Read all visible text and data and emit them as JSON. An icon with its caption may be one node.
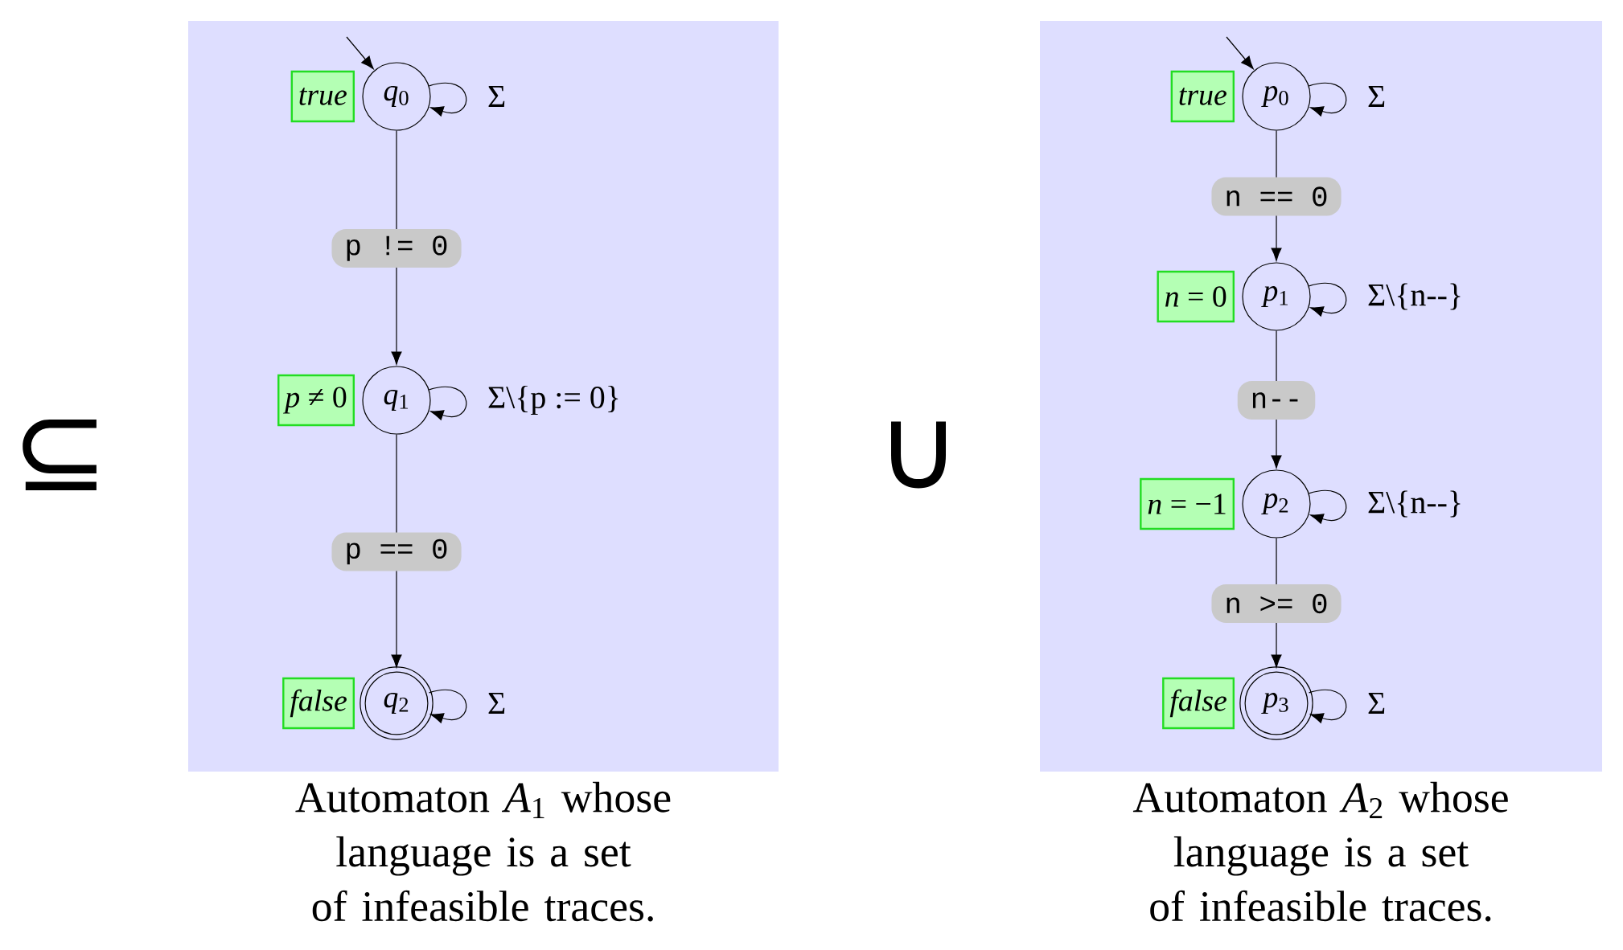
{
  "diagram": {
    "nodes": [
      {
        "text": [],
        "shape": "box",
        "beside": [
          "Automaton *A*$_{1}$ whose language is a set of infeasible traces."
        ]
      },
      {
        "text": [
          "true"
        ],
        "in": 0
      },
      {
        "text": [
          "*q*$_{0}$"
        ],
        "in": 0
      },
      {
        "text": [
          "*p* ≠ 0"
        ],
        "in": 0
      },
      {
        "text": [
          "*q*$_{1}$"
        ],
        "in": 0
      },
      {
        "text": [
          "false"
        ],
        "in": 0
      },
      {
        "text": [
          "*q*$_{2}$"
        ],
        "in": 0
      },
      {
        "text": [],
        "shape": "box",
        "beside": [
          "Automaton *A*$_{2}$ whose language is a set of infeasible traces."
        ]
      },
      {
        "text": [
          "true"
        ],
        "in": 7
      },
      {
        "text": [
          "*p*$_{0}$"
        ],
        "in": 7
      },
      {
        "text": [
          "*n* = 0"
        ],
        "in": 7
      },
      {
        "text": [
          "*p*$_{1}$"
        ],
        "in": 7
      },
      {
        "text": [
          "*n* = −1"
        ],
        "in": 7
      },
      {
        "text": [
          "*p*$_{2}$"
        ],
        "in": 7
      },
      {
        "text": [
          "false"
        ],
        "in": 7
      },
      {
        "text": [
          "*p*$_{3}$"
        ],
        "in": 7
      }
    ],
    "edges": [
      {
        "from": null,
        "to": 2,
        "arrow": "to"
      },
      {
        "from": 2,
        "to": 2,
        "arrow": "to",
        "label": "Σ"
      },
      {
        "from": 2,
        "to": 4,
        "arrow": "to",
        "label": "p != 0"
      },
      {
        "from": 4,
        "to": 4,
        "arrow": "to",
        "label": "Σ\\{p := 0}"
      },
      {
        "from": 4,
        "to": 6,
        "arrow": "to",
        "label": "p == 0"
      },
      {
        "from": 6,
        "to": 6,
        "arrow": "to",
        "label": "Σ"
      },
      {
        "from": null,
        "to": 9,
        "arrow": "to"
      },
      {
        "from": 9,
        "to": 9,
        "arrow": "to",
        "label": "Σ"
      },
      {
        "from": 9,
        "to": 11,
        "arrow": "to",
        "label": "n == 0"
      },
      {
        "from": 11,
        "to": 11,
        "arrow": "to",
        "label": "Σ\\{n--}"
      },
      {
        "from": 11,
        "to": 13,
        "arrow": "to",
        "label": "n--"
      },
      {
        "from": 13,
        "to": 13,
        "arrow": "to",
        "label": "Σ\\{n--}"
      },
      {
        "from": 13,
        "to": 15,
        "arrow": "to",
        "label": "n >= 0"
      },
      {
        "from": 15,
        "to": 15,
        "arrow": "to",
        "label": "Σ"
      }
    ],
    "labels": [
      "⊆",
      "∪"
    ]
  }
}
